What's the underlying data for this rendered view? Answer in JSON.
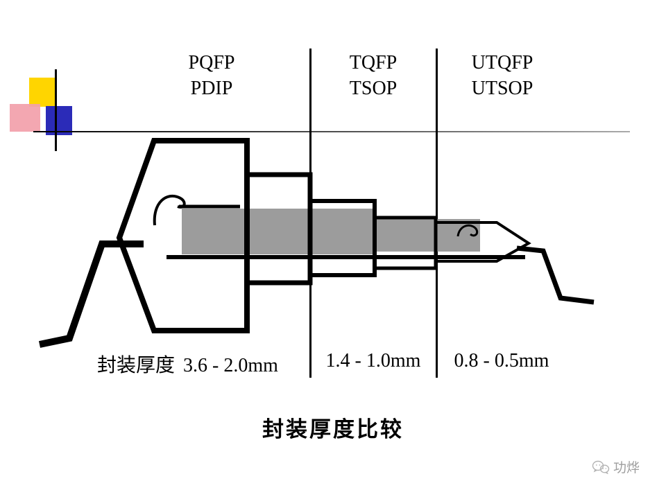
{
  "columns": [
    {
      "row1": "PQFP",
      "row2": "PDIP",
      "thickness": "3.6 - 2.0mm"
    },
    {
      "row1": "TQFP",
      "row2": "TSOP",
      "thickness": "1.4 - 1.0mm"
    },
    {
      "row1": "UTQFP",
      "row2": "UTSOP",
      "thickness": "0.8 - 0.5mm"
    }
  ],
  "thickness_row_label": "封装厚度",
  "title": "封装厚度比较",
  "watermark": {
    "text": "功烨"
  },
  "icons": {
    "watermark_icon": "wechat-chat-bubbles"
  },
  "colors": {
    "line": "#000000",
    "die_fill": "#9c9c9c",
    "decor_yellow": "#ffd500",
    "decor_pink": "#f2a0aa",
    "decor_blue": "#2b2bb8",
    "watermark_gray": "#9e9e9e"
  }
}
